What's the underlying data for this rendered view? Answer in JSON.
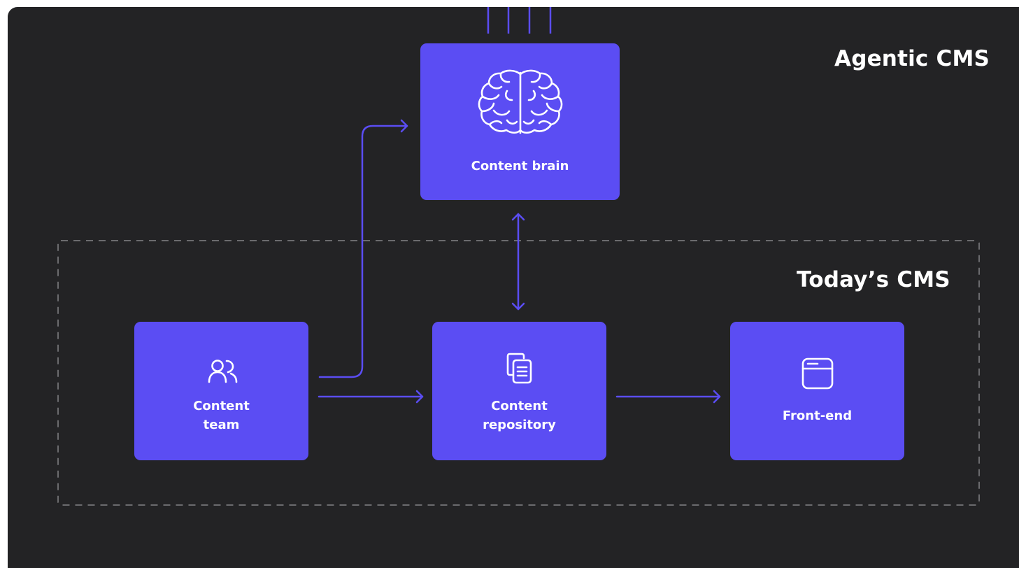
{
  "diagram": {
    "title": "Agentic CMS",
    "inner_group_label": "Today’s CMS",
    "nodes": {
      "content_brain": {
        "label": "Content brain",
        "icon": "brain-icon"
      },
      "content_team": {
        "label": "Content\nteam",
        "icon": "users-icon"
      },
      "content_repository": {
        "label": "Content\nrepository",
        "icon": "documents-icon"
      },
      "front_end": {
        "label": "Front-end",
        "icon": "browser-window-icon"
      }
    },
    "edges": [
      {
        "from": "content_team",
        "to": "content_brain",
        "direction": "forward"
      },
      {
        "from": "content_team",
        "to": "content_repository",
        "direction": "forward"
      },
      {
        "from": "content_repository",
        "to": "front_end",
        "direction": "forward"
      },
      {
        "from": "content_brain",
        "to": "content_repository",
        "direction": "both"
      }
    ],
    "colors": {
      "background": "#232325",
      "node": "#5b4df3",
      "connector": "#5b4df3",
      "dashed_border": "#6b6b6e",
      "text": "#ffffff"
    }
  }
}
